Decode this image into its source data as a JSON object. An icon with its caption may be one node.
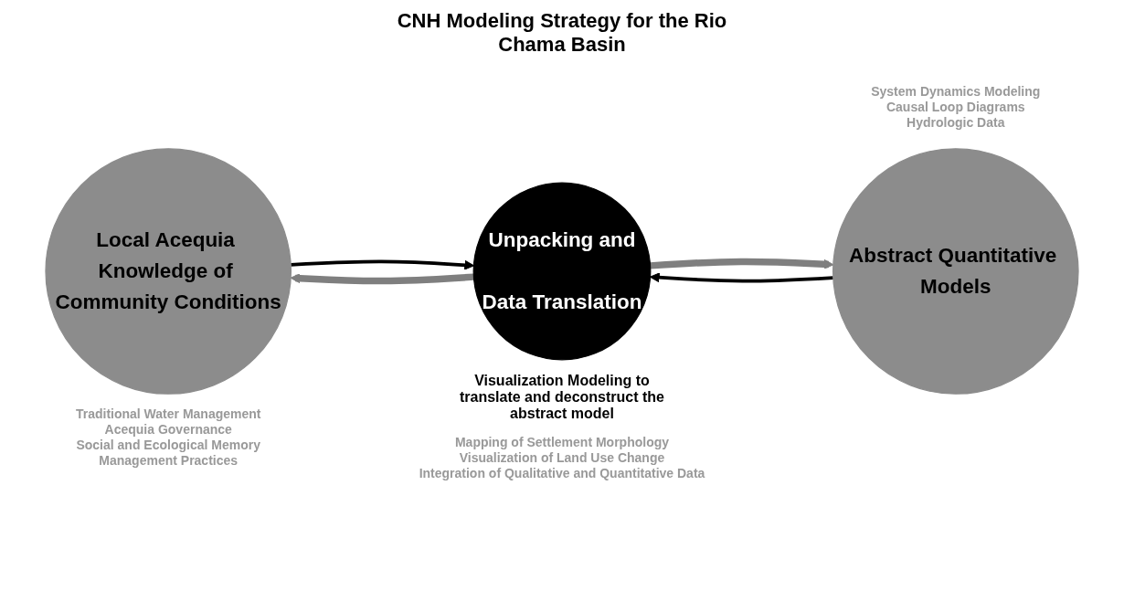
{
  "diagram": {
    "title": "CNH Modeling Strategy for the Rio Chama Basin",
    "nodes": [
      {
        "text": [
          "Local Acequia Knowledge of Community Conditions"
        ],
        "beside": [
          "Traditional Water Management",
          "Acequia Governance",
          "Social and Ecological Memory",
          "Management Practices"
        ]
      },
      {
        "text": [
          "Unpacking and",
          "Data Translation"
        ],
        "beside": [
          "Visualization Modeling to translate and deconstruct the abstract model",
          "Mapping of Settlement Morphology",
          "Visualization of Land Use Change",
          "Integration of Qualitative and Quantitative Data"
        ]
      },
      {
        "text": [
          "Abstract Quantitative Models"
        ],
        "beside": [
          "System Dynamics Modeling",
          "Causal Loop Diagrams",
          "Hydrologic Data"
        ]
      }
    ],
    "edges": [
      {
        "from": 0,
        "to": 1,
        "arrow": "to"
      },
      {
        "from": 1,
        "to": 0,
        "arrow": "to",
        "style": "thick",
        "color": "#7f7f7f"
      },
      {
        "from": 1,
        "to": 2,
        "arrow": "to",
        "style": "thick",
        "color": "#7f7f7f"
      },
      {
        "from": 2,
        "to": 1,
        "arrow": "to"
      }
    ]
  }
}
